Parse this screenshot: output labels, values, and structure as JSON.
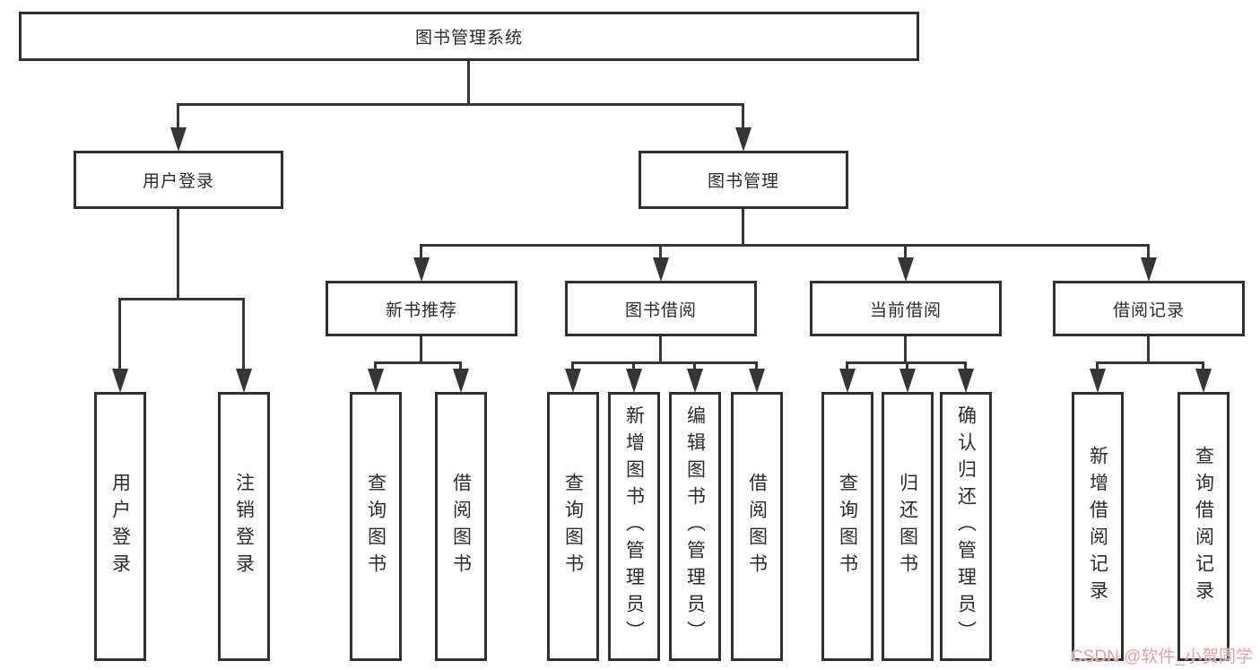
{
  "diagram": {
    "title_node": {
      "label": "图书管理系统"
    },
    "level1": [
      {
        "label": "用户登录"
      },
      {
        "label": "图书管理"
      }
    ],
    "level2": [
      {
        "label": "新书推荐"
      },
      {
        "label": "图书借阅"
      },
      {
        "label": "当前借阅"
      },
      {
        "label": "借阅记录"
      }
    ],
    "leaves": [
      {
        "label": "用户登录"
      },
      {
        "label": "注销登录"
      },
      {
        "label": "查询图书"
      },
      {
        "label": "借阅图书"
      },
      {
        "label": "查询图书"
      },
      {
        "label": "新增图书（管理员）"
      },
      {
        "label": "编辑图书（管理员）"
      },
      {
        "label": "借阅图书"
      },
      {
        "label": "查询图书"
      },
      {
        "label": "归还图书"
      },
      {
        "label": "确认归还（管理员）"
      },
      {
        "label": "新增借阅记录"
      },
      {
        "label": "查询借阅记录"
      }
    ],
    "line_color": "#363636",
    "box_border_color": "#2f2f2f",
    "text_color": "#2b2b2b"
  },
  "watermark": {
    "text": "CSDN @软件_小贺同学",
    "color": "#e7a0a0"
  }
}
